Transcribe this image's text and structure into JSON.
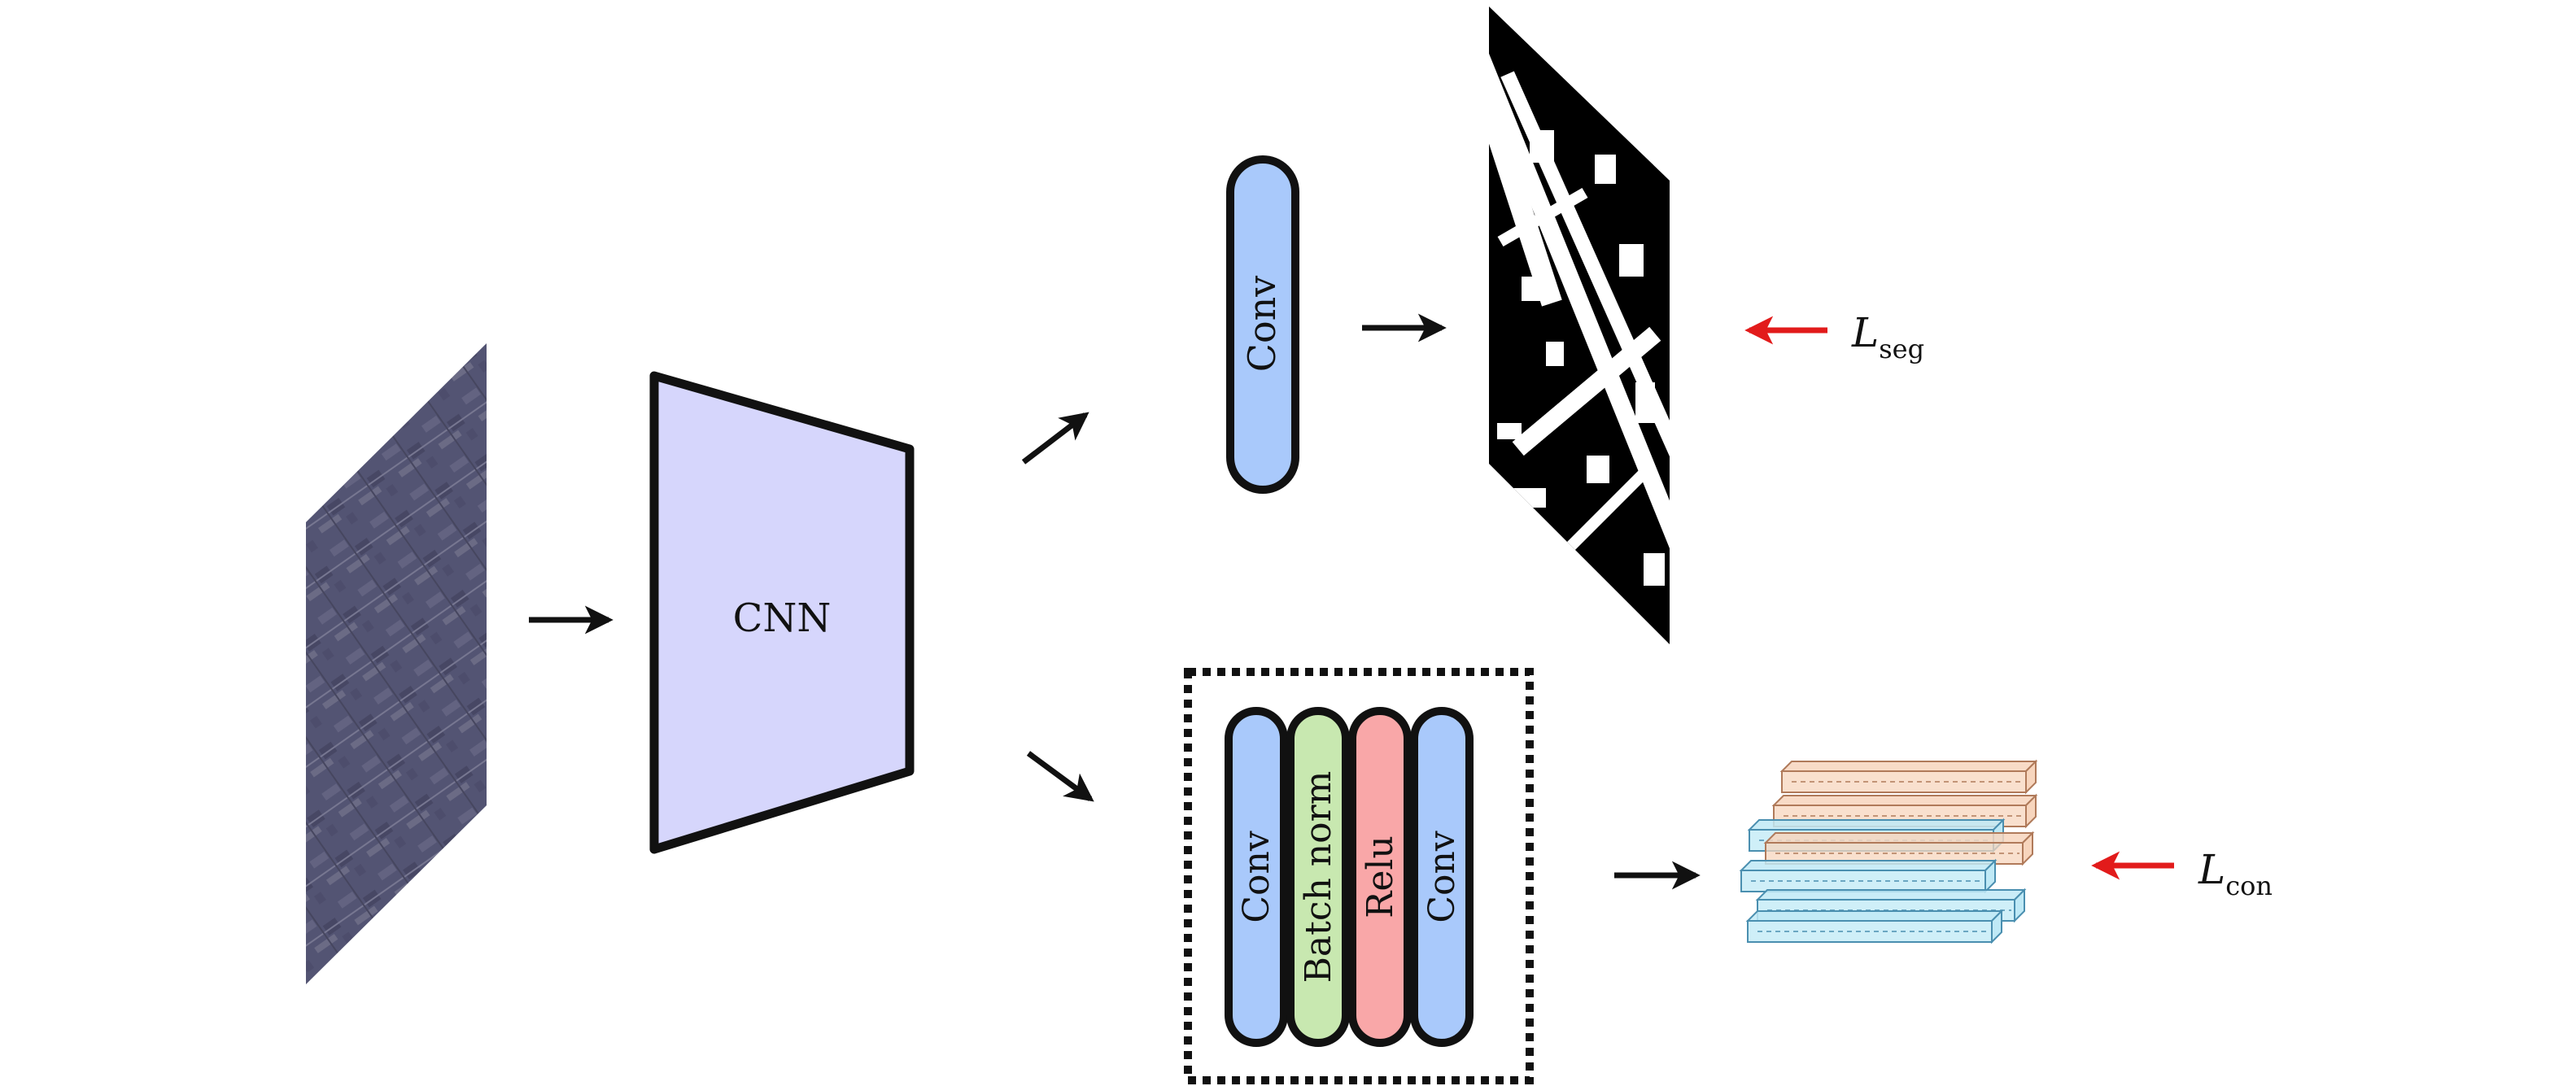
{
  "colors": {
    "cnn_fill": "#d6d6fc",
    "conv_fill": "#a9c9fb",
    "batchnorm_fill": "#c8e8b0",
    "relu_fill": "#f9a7a8",
    "feature_blue": "#bfe9f6",
    "feature_orange": "#f7d5bd",
    "loss_arrow": "#e21b1b",
    "ink": "#111111"
  },
  "cnn": {
    "label": "CNN"
  },
  "seg_branch": {
    "layer_label": "Conv"
  },
  "con_branch": {
    "layers": [
      {
        "label": "Conv",
        "kind": "conv"
      },
      {
        "label": "Batch norm",
        "kind": "batchnorm"
      },
      {
        "label": "Relu",
        "kind": "relu"
      },
      {
        "label": "Conv",
        "kind": "conv"
      }
    ]
  },
  "losses": {
    "seg": {
      "symbol": "L",
      "subscript": "seg"
    },
    "con": {
      "symbol": "L",
      "subscript": "con"
    }
  },
  "icons": [
    "satellite-image-icon",
    "segmentation-mask-icon",
    "feature-stack-icon"
  ]
}
